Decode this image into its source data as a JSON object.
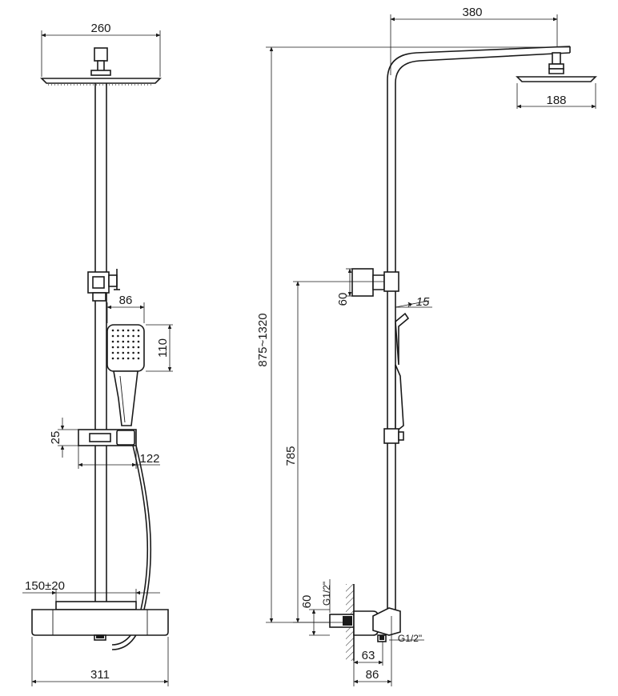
{
  "front_view": {
    "dimensions": {
      "head_width": "260",
      "hand_width": "86",
      "hand_height": "110",
      "shelf_height": "25",
      "shelf_width": "122",
      "outlet_spacing": "150±20",
      "mixer_width": "311"
    }
  },
  "side_view": {
    "dimensions": {
      "arm_reach": "380",
      "head_diameter": "188",
      "total_height": "875~1320",
      "hook_height": "60",
      "angle": "15",
      "mixer_height": "785",
      "inlet_height": "60",
      "inlet_thread": "G1/2\"",
      "outlet_thread": "G1/2\"",
      "wall_offset_small": "63",
      "wall_offset_large": "86"
    }
  },
  "colors": {
    "line": "#1a1a1a",
    "background": "#ffffff"
  }
}
